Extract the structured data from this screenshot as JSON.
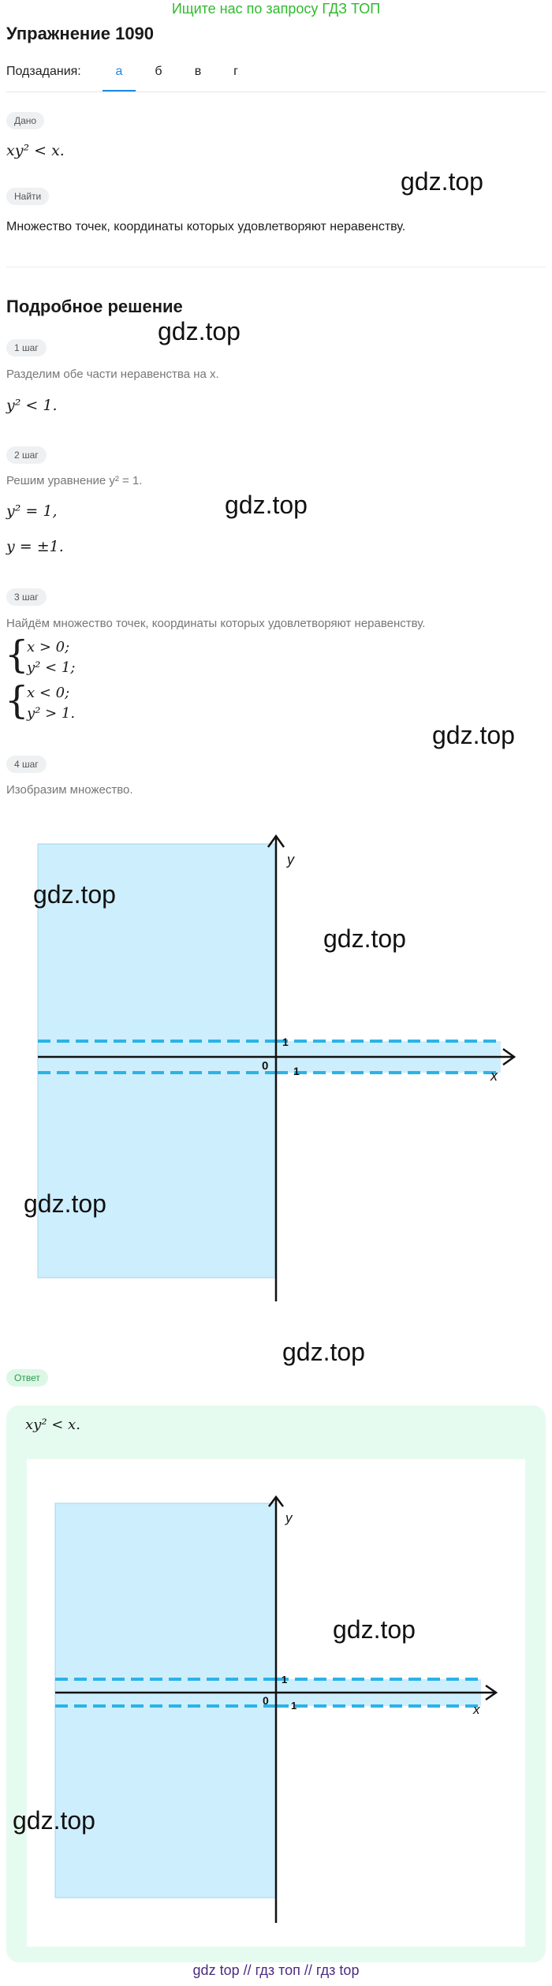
{
  "banner": "Ищите нас по запросу ГДЗ ТОП",
  "title": "Упражнение 1090",
  "subtasks": {
    "label": "Подзадания:",
    "tabs": [
      "а",
      "б",
      "в",
      "г"
    ],
    "active_index": 0
  },
  "given": {
    "label": "Дано",
    "expression": "xy² < x."
  },
  "find": {
    "label": "Найти",
    "text": "Множество точек, координаты которых удовлетворяют неравенству."
  },
  "solution": {
    "heading": "Подробное решение",
    "steps": [
      {
        "label": "1 шаг",
        "text": "Разделим обе части неравенства на x.",
        "math": [
          "y² < 1."
        ]
      },
      {
        "label": "2 шаг",
        "text": "Решим уравнение y² = 1.",
        "math": [
          "y² = 1,",
          "y = ±1."
        ]
      },
      {
        "label": "3 шаг",
        "text": "Найдём множество точек, координаты которых удовлетворяют неравенству.",
        "systems": [
          [
            "x > 0;",
            "y² < 1;"
          ],
          [
            "x < 0;",
            "y² > 1."
          ]
        ]
      },
      {
        "label": "4 шаг",
        "text": "Изобразим множество."
      }
    ]
  },
  "graph": {
    "axis_x_label": "x",
    "axis_y_label": "y",
    "origin_label": "0",
    "tick_y_label": "1",
    "tick_x_label": "1",
    "fill_color": "#cdeefc",
    "dash_color": "#2bb3e6"
  },
  "answer": {
    "label": "Ответ",
    "expression": "xy² < x."
  },
  "watermarks": [
    "gdz.top",
    "gdz.top",
    "gdz.top",
    "gdz.top",
    "gdz.top",
    "gdz.top",
    "gdz.top",
    "gdz.top",
    "gdz.top"
  ],
  "footer": "gdz top  //  гдз топ  //  гдз top"
}
